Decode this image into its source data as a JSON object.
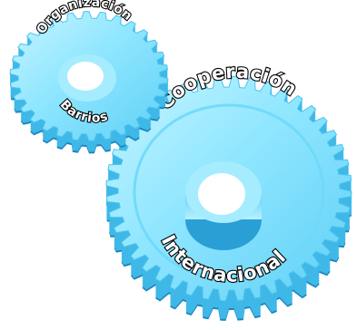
{
  "colors": {
    "gear_face": "#8fe6ff",
    "gear_light": "#c7f5ff",
    "gear_side": "#3fb8e8",
    "gear_dark": "#1d86bd",
    "text_fill": "#ffffff",
    "text_stroke": "#000000"
  },
  "gears": {
    "small": {
      "label_top": "Organización",
      "label_bottom": "Barrios"
    },
    "large": {
      "label_top": "Cooperación",
      "label_bottom": "Internacional"
    }
  }
}
